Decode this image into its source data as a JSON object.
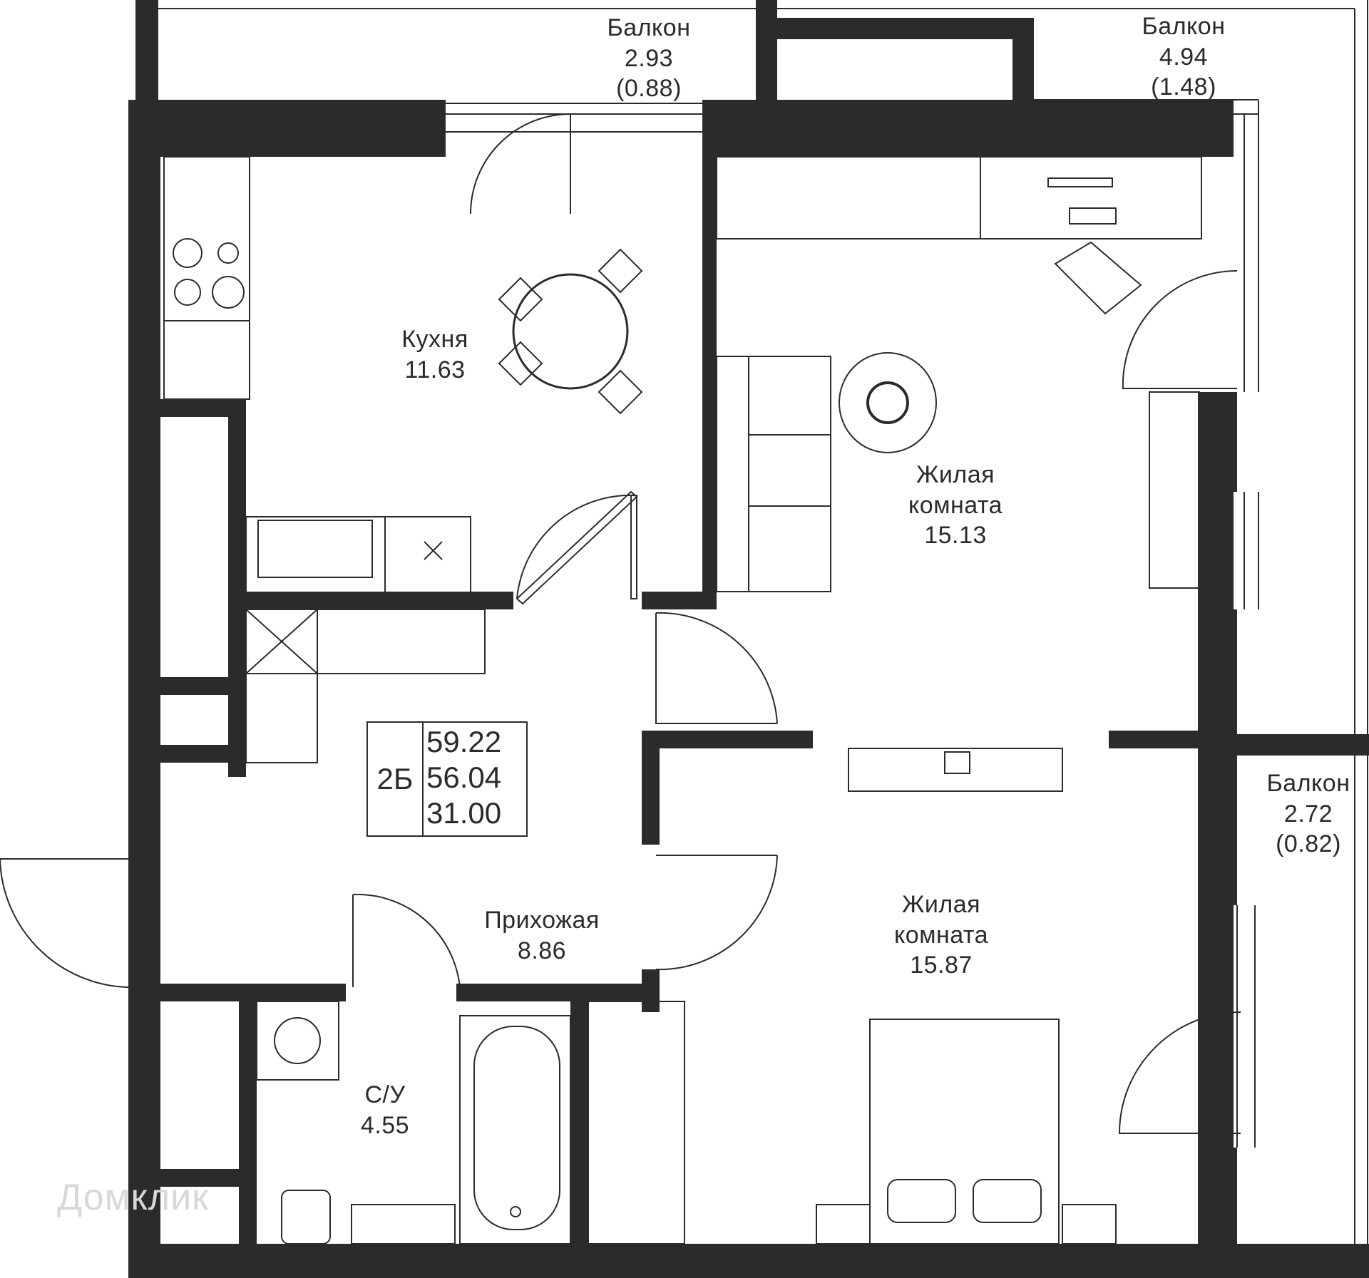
{
  "rooms": {
    "kitchen": {
      "name": "Кухня",
      "area": "11.63"
    },
    "living1": {
      "name_line1": "Жилая",
      "name_line2": "комната",
      "area": "15.13"
    },
    "living2": {
      "name_line1": "Жилая",
      "name_line2": "комната",
      "area": "15.87"
    },
    "hall": {
      "name": "Прихожая",
      "area": "8.86"
    },
    "bathroom": {
      "name": "С/У",
      "area": "4.55"
    }
  },
  "balconies": {
    "left": {
      "name": "Балкон",
      "area": "2.93",
      "reduced": "(0.88)"
    },
    "top_right": {
      "name": "Балкон",
      "area": "4.94",
      "reduced": "(1.48)"
    },
    "right": {
      "name": "Балкон",
      "area": "2.72",
      "reduced": "(0.82)"
    }
  },
  "summary": {
    "type": "2Б",
    "total_area": "59.22",
    "area_without_balcony": "56.04",
    "living_area": "31.00"
  },
  "watermark": "Домклик",
  "colors": {
    "wall": "#2b2b2b",
    "line": "#2b2b2b",
    "background": "#ffffff"
  }
}
